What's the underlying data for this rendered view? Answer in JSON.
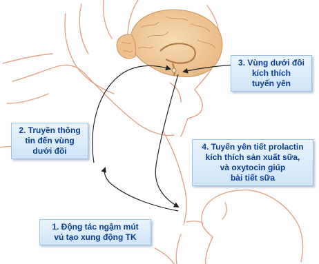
{
  "steps": [
    {
      "lines": [
        "1. Động tác ngậm mút",
        "vú tạo xung động TK"
      ]
    },
    {
      "lines": [
        "2. Truyền thông",
        "tin đến vùng",
        "dưới đồi"
      ]
    },
    {
      "lines": [
        "3. Vùng dưới đồi",
        "kích thích",
        "tuyến yên"
      ]
    },
    {
      "lines": [
        "4. Tuyến yên tiết prolactin",
        "kích thích sản xuất sữa,",
        "và oxytocin giúp",
        "bài tiết sữa"
      ]
    }
  ],
  "colors": {
    "box_text": "#0a3d91",
    "box_fill": "#d9ebfa",
    "skin_line": "#e2a48a",
    "brain": "#f2cfa0",
    "arrow": "#222222"
  }
}
